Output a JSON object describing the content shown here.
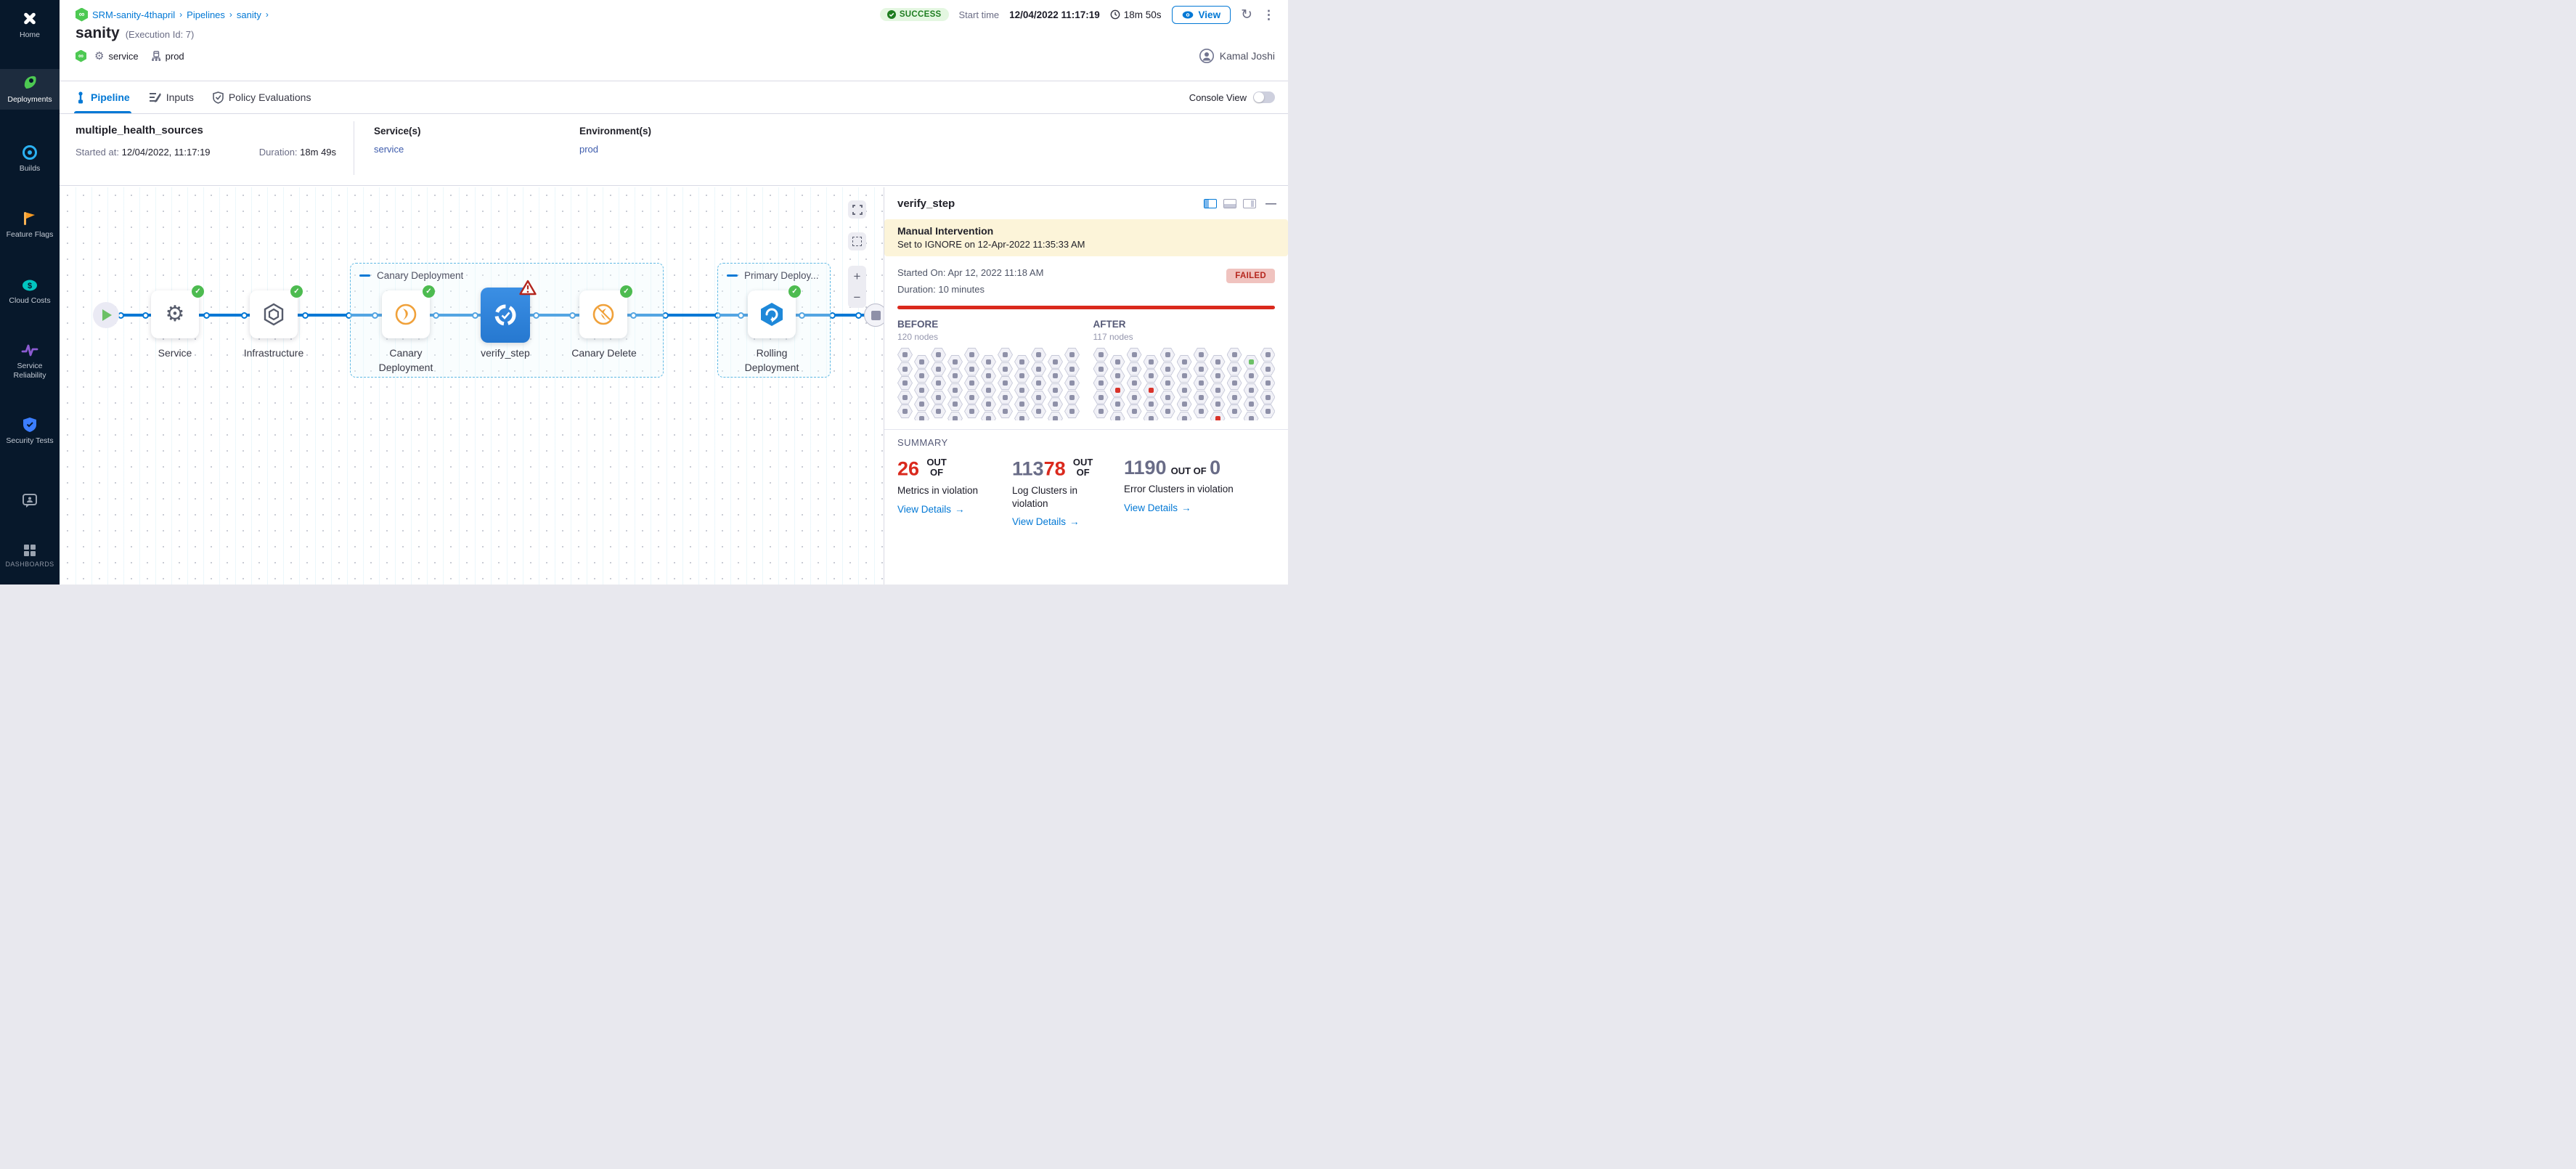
{
  "colors": {
    "accent": "#0278d5",
    "success_green": "#42ab45",
    "module_green": "#4dc952",
    "module_blue": "#2bb1f2",
    "module_orange": "#f79a22",
    "module_teal": "#02c5c0",
    "module_purple": "#8c5bd2",
    "module_sto_blue": "#3c7eff",
    "failed_red": "#da291d",
    "banner_yellow": "#fcf4d9"
  },
  "sidebar": {
    "items": [
      {
        "id": "home",
        "label": "Home"
      },
      {
        "id": "deployments",
        "label": "Deployments",
        "active": true
      },
      {
        "id": "builds",
        "label": "Builds"
      },
      {
        "id": "feature-flags",
        "label": "Feature Flags"
      },
      {
        "id": "cloud-costs",
        "label": "Cloud Costs"
      },
      {
        "id": "service-reliability",
        "label": "Service Reliability"
      },
      {
        "id": "security-tests",
        "label": "Security Tests"
      },
      {
        "id": "chat",
        "label": ""
      },
      {
        "id": "dashboards",
        "label": "DASHBOARDS"
      }
    ]
  },
  "breadcrumb": {
    "project": "SRM-sanity-4thapril",
    "pipelines": "Pipelines",
    "pipeline": "sanity",
    "sep": "›"
  },
  "header": {
    "title": "sanity",
    "execution_id": "(Execution Id: 7)",
    "status": "SUCCESS",
    "start_time_label": "Start time",
    "start_time": "12/04/2022 11:17:19",
    "elapsed": "18m 50s",
    "view_label": "View",
    "user": "Kamal Joshi",
    "service_tag": "service",
    "environment_tag": "prod"
  },
  "tabs": [
    {
      "label": "Pipeline",
      "active": true
    },
    {
      "label": "Inputs",
      "active": false
    },
    {
      "label": "Policy Evaluations",
      "active": false
    }
  ],
  "console_view_label": "Console View",
  "run_info": {
    "name": "multiple_health_sources",
    "started_label": "Started at:",
    "started": "12/04/2022, 11:17:19",
    "duration_label": "Duration:",
    "duration": "18m 49s",
    "services_label": "Service(s)",
    "service": "service",
    "environments_label": "Environment(s)",
    "environment": "prod"
  },
  "pipeline": {
    "groups": [
      {
        "label": "Canary Deployment"
      },
      {
        "label": "Primary Deploy..."
      }
    ],
    "nodes": [
      {
        "id": "service",
        "label": "Service",
        "status": "success"
      },
      {
        "id": "infrastructure",
        "label": "Infrastructure",
        "status": "success"
      },
      {
        "id": "canary-deployment",
        "label": "Canary Deployment",
        "status": "success"
      },
      {
        "id": "verify-step",
        "label": "verify_step",
        "status": "warning"
      },
      {
        "id": "canary-delete",
        "label": "Canary Delete",
        "status": "success"
      },
      {
        "id": "rolling-deployment",
        "label": "Rolling Deployment",
        "status": "success"
      }
    ]
  },
  "panel": {
    "title": "verify_step",
    "banner": {
      "title": "Manual Intervention",
      "subtitle": "Set to IGNORE on 12-Apr-2022 11:35:33 AM"
    },
    "started": "Started On: Apr 12, 2022 11:18 AM",
    "duration": "Duration: 10 minutes",
    "status": "FAILED",
    "before": {
      "label": "BEFORE",
      "nodes": "120 nodes"
    },
    "after": {
      "label": "AFTER",
      "nodes": "117 nodes"
    },
    "before_grid": {
      "cols": 11,
      "rows": 5,
      "special": {}
    },
    "after_grid": {
      "cols": 11,
      "rows": 5,
      "special": {
        "r0c9": "green",
        "r2c1": "red",
        "r2c3": "red",
        "r4c7": "red"
      }
    },
    "summary_label": "SUMMARY",
    "stats": [
      {
        "num_gray": "",
        "num_red": "26",
        "outof": "OUT OF",
        "num_tail": "",
        "label": "Metrics in violation",
        "link": "View Details"
      },
      {
        "num_gray": "113",
        "num_red": "78",
        "outof": "OUT OF",
        "num_tail": "",
        "label": "Log Clusters in violation",
        "link": "View Details"
      },
      {
        "num_gray": "1190",
        "num_red": "",
        "outof": "OUT OF",
        "num_tail": "0",
        "label": "Error Clusters in violation",
        "link": "View Details"
      }
    ]
  }
}
